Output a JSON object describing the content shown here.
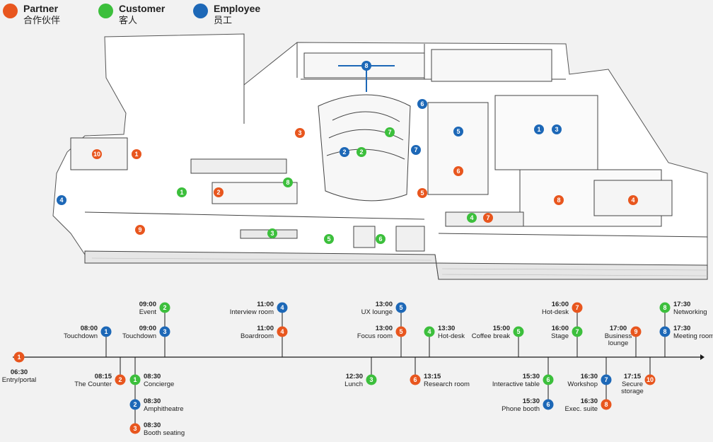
{
  "colors": {
    "partner": "#e8561e",
    "customer": "#3cbf3c",
    "employee": "#1d68b7",
    "line": "#1a1a1a"
  },
  "legend": [
    {
      "key": "partner",
      "en": "Partner",
      "zh": "合作伙伴"
    },
    {
      "key": "customer",
      "en": "Customer",
      "zh": "客人"
    },
    {
      "key": "employee",
      "en": "Employee",
      "zh": "员工"
    }
  ],
  "map_markers": [
    {
      "who": "partner",
      "num": "10"
    },
    {
      "who": "partner",
      "num": "1"
    },
    {
      "who": "customer",
      "num": "1"
    },
    {
      "who": "partner",
      "num": "2"
    },
    {
      "who": "partner",
      "num": "3"
    },
    {
      "who": "customer",
      "num": "8"
    },
    {
      "who": "employee",
      "num": "4"
    },
    {
      "who": "partner",
      "num": "9"
    },
    {
      "who": "customer",
      "num": "3"
    },
    {
      "who": "customer",
      "num": "5"
    },
    {
      "who": "customer",
      "num": "6"
    },
    {
      "who": "employee",
      "num": "2"
    },
    {
      "who": "customer",
      "num": "2"
    },
    {
      "who": "customer",
      "num": "7"
    },
    {
      "who": "employee",
      "num": "8"
    },
    {
      "who": "employee",
      "num": "6"
    },
    {
      "who": "employee",
      "num": "7"
    },
    {
      "who": "employee",
      "num": "5"
    },
    {
      "who": "partner",
      "num": "6"
    },
    {
      "who": "partner",
      "num": "5"
    },
    {
      "who": "employee",
      "num": "1"
    },
    {
      "who": "employee",
      "num": "3"
    },
    {
      "who": "partner",
      "num": "8"
    },
    {
      "who": "partner",
      "num": "4"
    },
    {
      "who": "customer",
      "num": "4"
    },
    {
      "who": "partner",
      "num": "7"
    }
  ],
  "timeline": [
    {
      "who": "partner",
      "num": "1",
      "time": "06:30",
      "name": "Entry/portal"
    },
    {
      "who": "employee",
      "num": "1",
      "time": "08:00",
      "name": "Touchdown"
    },
    {
      "who": "partner",
      "num": "2",
      "time": "08:15",
      "name": "The Counter"
    },
    {
      "who": "customer",
      "num": "1",
      "time": "08:30",
      "name": "Concierge"
    },
    {
      "who": "employee",
      "num": "2",
      "time": "08:30",
      "name": "Amphitheatre"
    },
    {
      "who": "partner",
      "num": "3",
      "time": "08:30",
      "name": "Booth seating"
    },
    {
      "who": "customer",
      "num": "2",
      "time": "09:00",
      "name": "Event"
    },
    {
      "who": "employee",
      "num": "3",
      "time": "09:00",
      "name": "Touchdown"
    },
    {
      "who": "employee",
      "num": "4",
      "time": "11:00",
      "name": "Interview room"
    },
    {
      "who": "partner",
      "num": "4",
      "time": "11:00",
      "name": "Boardroom"
    },
    {
      "who": "customer",
      "num": "3",
      "time": "12:30",
      "name": "Lunch"
    },
    {
      "who": "employee",
      "num": "5",
      "time": "13:00",
      "name": "UX lounge"
    },
    {
      "who": "partner",
      "num": "5",
      "time": "13:00",
      "name": "Focus room"
    },
    {
      "who": "partner",
      "num": "6",
      "time": "13:15",
      "name": "Research room"
    },
    {
      "who": "customer",
      "num": "4",
      "time": "13:30",
      "name": "Hot-desk"
    },
    {
      "who": "customer",
      "num": "5",
      "time": "15:00",
      "name": "Coffee break"
    },
    {
      "who": "customer",
      "num": "6",
      "time": "15:30",
      "name": "Interactive table"
    },
    {
      "who": "employee",
      "num": "6",
      "time": "15:30",
      "name": "Phone booth"
    },
    {
      "who": "partner",
      "num": "7",
      "time": "16:00",
      "name": "Hot-desk"
    },
    {
      "who": "customer",
      "num": "7",
      "time": "16:00",
      "name": "Stage"
    },
    {
      "who": "employee",
      "num": "7",
      "time": "16:30",
      "name": "Workshop"
    },
    {
      "who": "partner",
      "num": "8",
      "time": "16:30",
      "name": "Exec. suite"
    },
    {
      "who": "partner",
      "num": "9",
      "time": "17:00",
      "name": "Business lounge"
    },
    {
      "who": "partner",
      "num": "10",
      "time": "17:15",
      "name": "Secure storage"
    },
    {
      "who": "customer",
      "num": "8",
      "time": "17:30",
      "name": "Networking"
    },
    {
      "who": "employee",
      "num": "8",
      "time": "17:30",
      "name": "Meeting room"
    }
  ]
}
